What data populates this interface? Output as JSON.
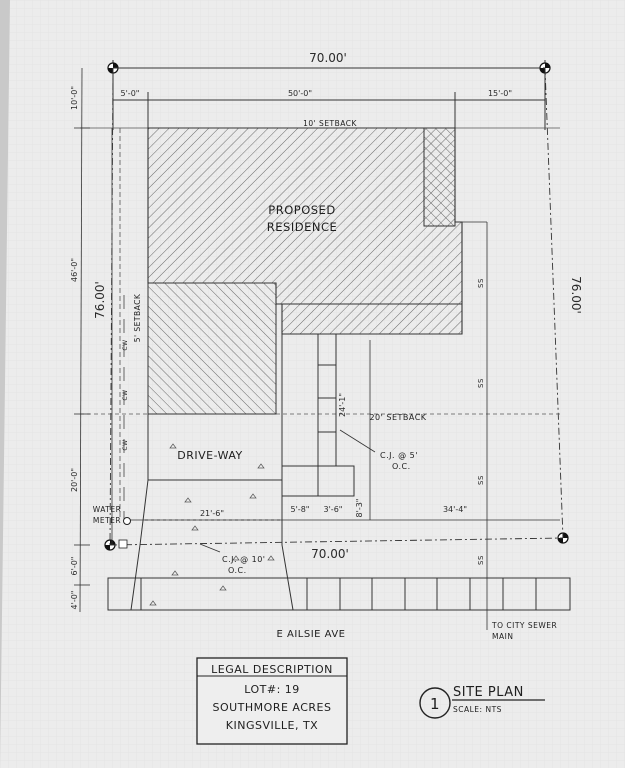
{
  "site_plan": {
    "dimensions": {
      "top_width": "70.00'",
      "bottom_width": "70.00'",
      "left_depth": "76.00'",
      "right_depth": "76.00'",
      "left_side": "5'-0\"",
      "house_width": "50'-0\"",
      "right_side": "15'-0\"",
      "top_strip": "10'-0\"",
      "house_depth": "46'-0\"",
      "front_yard": "20'-0\"",
      "row_6": "6'-0\"",
      "row_4": "4'-0\"",
      "drive_width": "21'-6\"",
      "walk_offset": "5'-8\"",
      "walk_width": "3'-6\"",
      "walk_depth": "8'-3\"",
      "right_yard": "34'-4\"",
      "cj_walk_depth": "24'-1\""
    },
    "labels": {
      "residence_line1": "PROPOSED",
      "residence_line2": "RESIDENCE",
      "setback_10": "10' SETBACK",
      "setback_5": "5' SETBACK",
      "setback_20": "20' SETBACK",
      "driveway": "DRIVE-WAY",
      "cj_walk_line1": "C.J. @ 5'",
      "cj_walk_line2": "O.C.",
      "cj_drive_line1": "C.J. @ 10'",
      "cj_drive_line2": "O.C.",
      "water_meter_line1": "WATER",
      "water_meter_line2": "METER",
      "street": "E AILSIE AVE",
      "sewer_line1": "TO CITY SEWER",
      "sewer_line2": "MAIN",
      "ss_marks": [
        "SS",
        "SS",
        "SS",
        "SS"
      ],
      "cw_marks": [
        "CW",
        "CW",
        "CW"
      ]
    },
    "legal": {
      "title": "LEGAL DESCRIPTION",
      "lot": "LOT#: 19",
      "subdivision": "SOUTHMORE ACRES",
      "city": "KINGSVILLE, TX"
    },
    "title_block": {
      "number": "1",
      "title": "SITE PLAN",
      "scale": "SCALE: NTS"
    }
  }
}
